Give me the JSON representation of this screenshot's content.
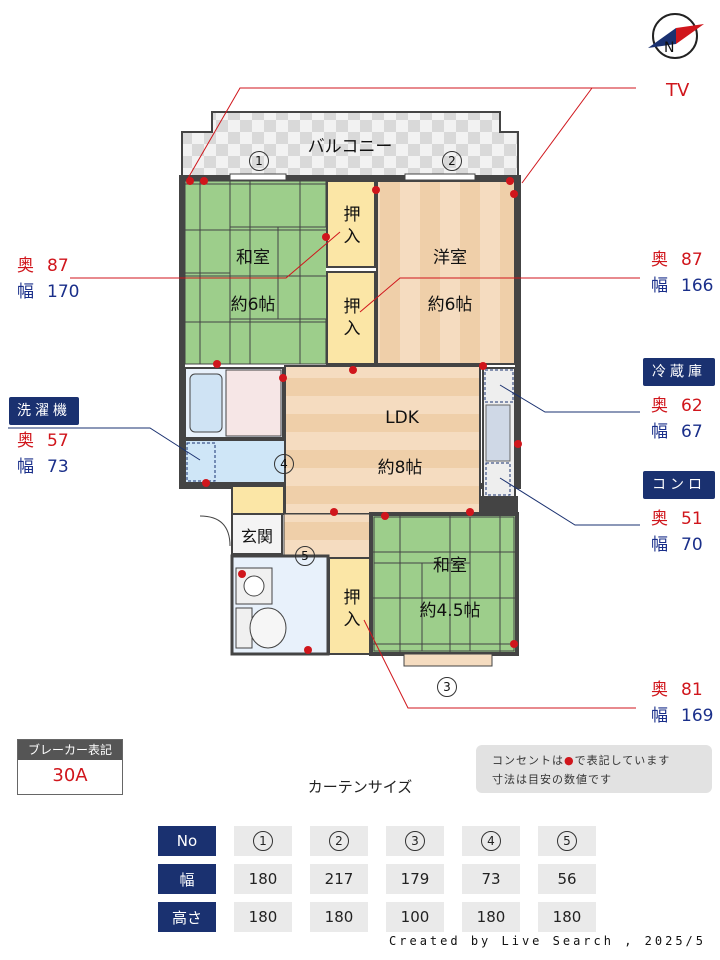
{
  "rooms": {
    "balcony": "バルコニー",
    "washitsu1": {
      "name": "和室",
      "size": "約6帖"
    },
    "youshitsu": {
      "name": "洋室",
      "size": "約6帖"
    },
    "ldk": {
      "name": "LDK",
      "size": "約8帖"
    },
    "washitsu2": {
      "name": "和室",
      "size": "約4.5帖"
    },
    "genkan": "玄関",
    "oshiire": "押入"
  },
  "window_numbers": [
    "1",
    "2",
    "3",
    "4",
    "5"
  ],
  "tv_label": "TV",
  "dimensions": {
    "left_room": {
      "depth_label": "奥",
      "depth": "87",
      "width_label": "幅",
      "width": "170"
    },
    "right_room": {
      "depth_label": "奥",
      "depth": "87",
      "width_label": "幅",
      "width": "166"
    },
    "washer": {
      "tag": "洗濯機",
      "depth_label": "奥",
      "depth": "57",
      "width_label": "幅",
      "width": "73"
    },
    "fridge": {
      "tag": "冷蔵庫",
      "depth_label": "奥",
      "depth": "62",
      "width_label": "幅",
      "width": "67"
    },
    "stove": {
      "tag": "コンロ",
      "depth_label": "奥",
      "depth": "51",
      "width_label": "幅",
      "width": "70"
    },
    "bottom_oshiire": {
      "depth_label": "奥",
      "depth": "81",
      "width_label": "幅",
      "width": "169"
    }
  },
  "breaker": {
    "title": "ブレーカー表記",
    "value": "30A"
  },
  "note": {
    "line1_a": "コンセントは",
    "line1_b": "で表記しています",
    "line2": "寸法は目安の数値です"
  },
  "curtain": {
    "title": "カーテンサイズ",
    "header_no": "No",
    "row_width": "幅",
    "row_height": "高さ",
    "numbers": [
      "1",
      "2",
      "3",
      "4",
      "5"
    ],
    "widths": [
      "180",
      "217",
      "179",
      "73",
      "56"
    ],
    "heights": [
      "180",
      "180",
      "100",
      "180",
      "180"
    ]
  },
  "credit": "Created by Live Search , 2025/5",
  "colors": {
    "accent_red": "#d0161c",
    "navy": "#1a3170",
    "tatami": "#9ccc8a",
    "wood": "#f3d9bb"
  }
}
